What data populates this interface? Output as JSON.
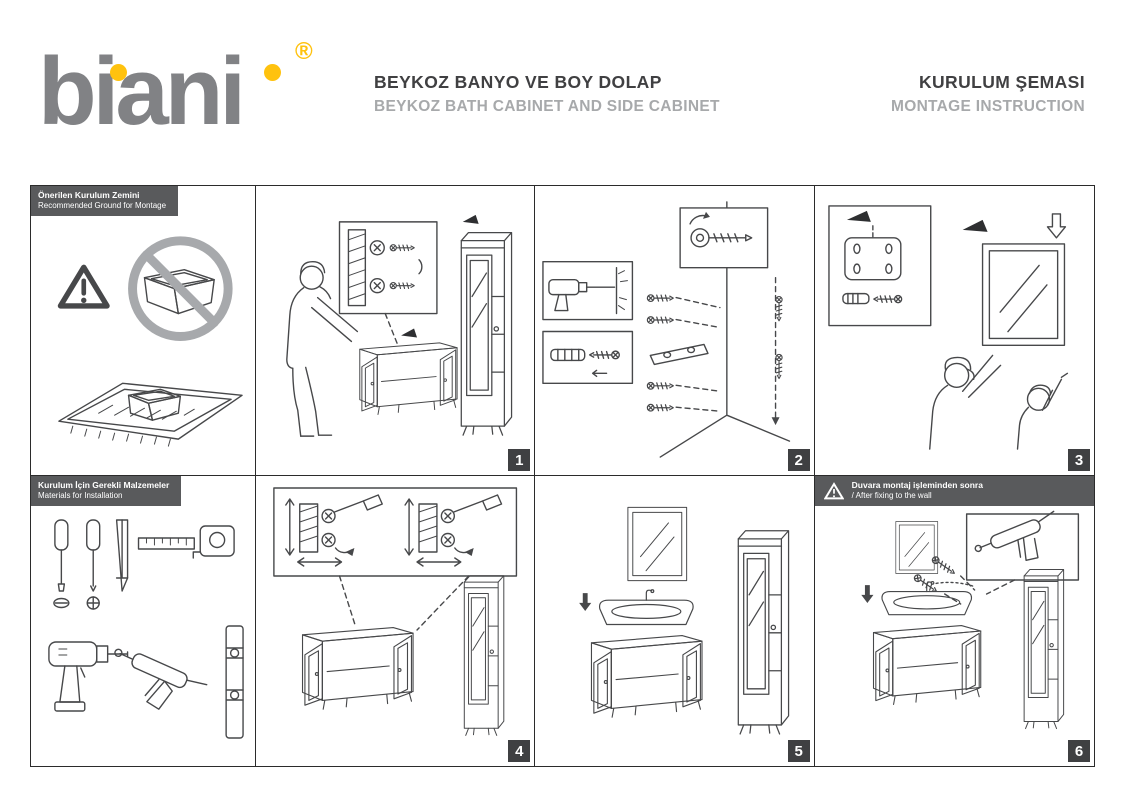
{
  "header": {
    "logo": {
      "text": "biani",
      "registered_mark": "®"
    },
    "product_title_tr": "BEYKOZ BANYO VE BOY DOLAP",
    "product_title_en": "BEYKOZ BATH CABINET AND SIDE CABINET",
    "document_title_tr": "KURULUM ŞEMASI",
    "document_title_en": "MONTAGE INSTRUCTION"
  },
  "panels": {
    "ground": {
      "title_tr": "Önerilen Kurulum Zemini",
      "title_en": "Recommended Ground for Montage"
    },
    "materials": {
      "title_tr": "Kurulum İçin Gerekli Malzemeler",
      "title_en": "Materials for Installation"
    },
    "step6_note": {
      "line_tr": "Duvara montaj işleminden sonra",
      "line_en": "/ After fixing to the wall"
    },
    "steps": [
      {
        "number": "1"
      },
      {
        "number": "2"
      },
      {
        "number": "3"
      },
      {
        "number": "4"
      },
      {
        "number": "5"
      },
      {
        "number": "6"
      }
    ]
  },
  "icons": {
    "warning_triangle": "⚠"
  },
  "colors": {
    "logo_gray": "#818285",
    "accent_yellow": "#ffc20e",
    "bar_dark": "#595a5c",
    "badge_dark": "#3f4042",
    "title_dark": "#404042",
    "subtitle_gray": "#a7a9ab",
    "line_dark": "#2b2b2b"
  }
}
